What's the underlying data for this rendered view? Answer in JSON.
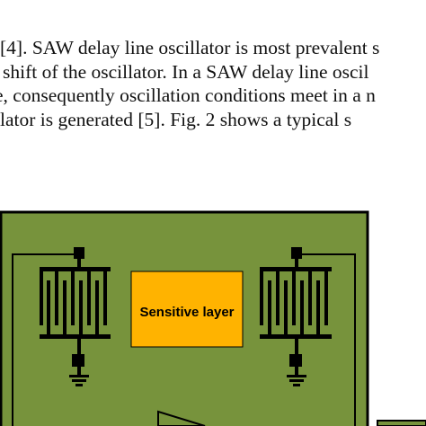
{
  "paragraph": {
    "lines": [
      "[4]. SAW delay line oscillator is most prevalent s",
      "shift of the oscillator. In a SAW delay line oscil",
      "e, consequently oscillation conditions meet in a n",
      "llator is generated [5]. Fig. 2 shows a typical s"
    ]
  },
  "figure": {
    "sensitive_layer_label": "Sensitive layer",
    "colors": {
      "substrate": "#77933c",
      "sensitive_layer": "#ffb300",
      "outline": "#000000",
      "electrode": "#000000"
    },
    "icons": [
      "ground-icon",
      "amplifier-triangle-icon"
    ]
  }
}
